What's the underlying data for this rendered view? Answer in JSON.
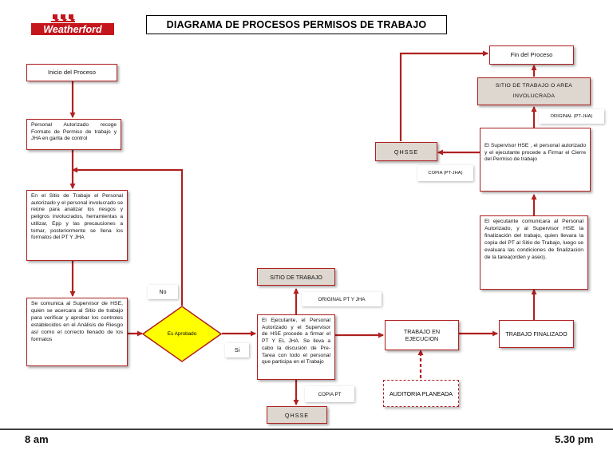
{
  "logo": {
    "text": "Weatherford"
  },
  "title": "DIAGRAMA DE  PROCESOS  PERMISOS DE TRABAJO",
  "nodes": {
    "inicio": "Inicio del Proceso",
    "recoge": "Personal Autorizado recoge Formato de Permiso de trabajo y JHA en garita de control",
    "reune": "En el Sitio de Trabajo el Personal autorizado y el personal involucrado se reúne para analizar los riesgos y peligros involucrados, herramientas a utilizar, Epp y las precauciones a tomar, posteriormente se llena los formatos del PT Y JHA",
    "supervisor": "Se comunica al Supervisor de HSE, quien se acercara al Sitio de trabajo para verificar y aprobar los controles establecidos en el Análisis de Riesgo así como el correcto llenado de los formatos",
    "decision": "Es Aprobado",
    "ejecutante": "El Ejecutante, el Personal Autorizado y el Supervisor de HSE procede a firmar el PT Y EL JHA. Se lleva a cabo la discusión de Pre-Tarea con todo el personal que participa en el Trabajo",
    "sitio": "SITIO DE TRABAJO",
    "qhsse_bottom": "QHSSE",
    "ejecucion": "TRABAJO EN EJECUCION",
    "auditoria": "AUDITORIA PLANEADA",
    "finalizado": "TRABAJO FINALIZADO",
    "comunicara": "El ejecutante comunicara al Personal Autorizado, y al Supervisor HSE la finalización del trabajo, quien llevara la copia del PT al Sitio de Trabajo, luego se evaluara las condiciones de finalización de la tarea(orden y aseo).",
    "cierre": "El Supervisor HSE , el personal autorizado y el ejecutante procede a Firmar el Cierre del Permiso de trabajo",
    "qhsse_top": "QHSSE",
    "sitio_area": "SITIO DE TRABAJO O AREA INVOLUCRADA",
    "fin": "Fin del Proceso"
  },
  "labels": {
    "no": "No",
    "si": "Si",
    "original_pt_jha": "ORIGINAL PT Y JHA",
    "copia_pt": "COPIA PT",
    "copia_pt_jha": "COPIA (PT-JHA)",
    "original_pt_jha_top": "ORIGINAL (PT-JHA)"
  },
  "timeline": {
    "start": "8 am",
    "end": "5.30 pm"
  },
  "colors": {
    "arrow": "#b02020",
    "tan": "#ddd7cf",
    "decision": "#ffff00",
    "logo": "#c4161c"
  }
}
